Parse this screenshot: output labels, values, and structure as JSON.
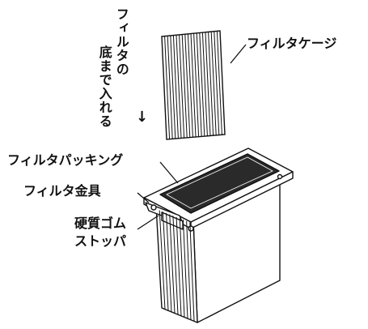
{
  "labels": {
    "instruction_col1": "フィルタの",
    "instruction_col2": "底まで入れる",
    "instruction_arrow": "↓",
    "filter_cage": "フィルタケージ",
    "filter_packing": "フィルタパッキング",
    "filter_bracket": "フィルタ金具",
    "rubber_stopper_line1": "硬質ゴム",
    "rubber_stopper_line2": "ストッパ"
  },
  "colors": {
    "line": "#111111",
    "fill": "#ffffff",
    "dark": "#2a2a2a"
  }
}
